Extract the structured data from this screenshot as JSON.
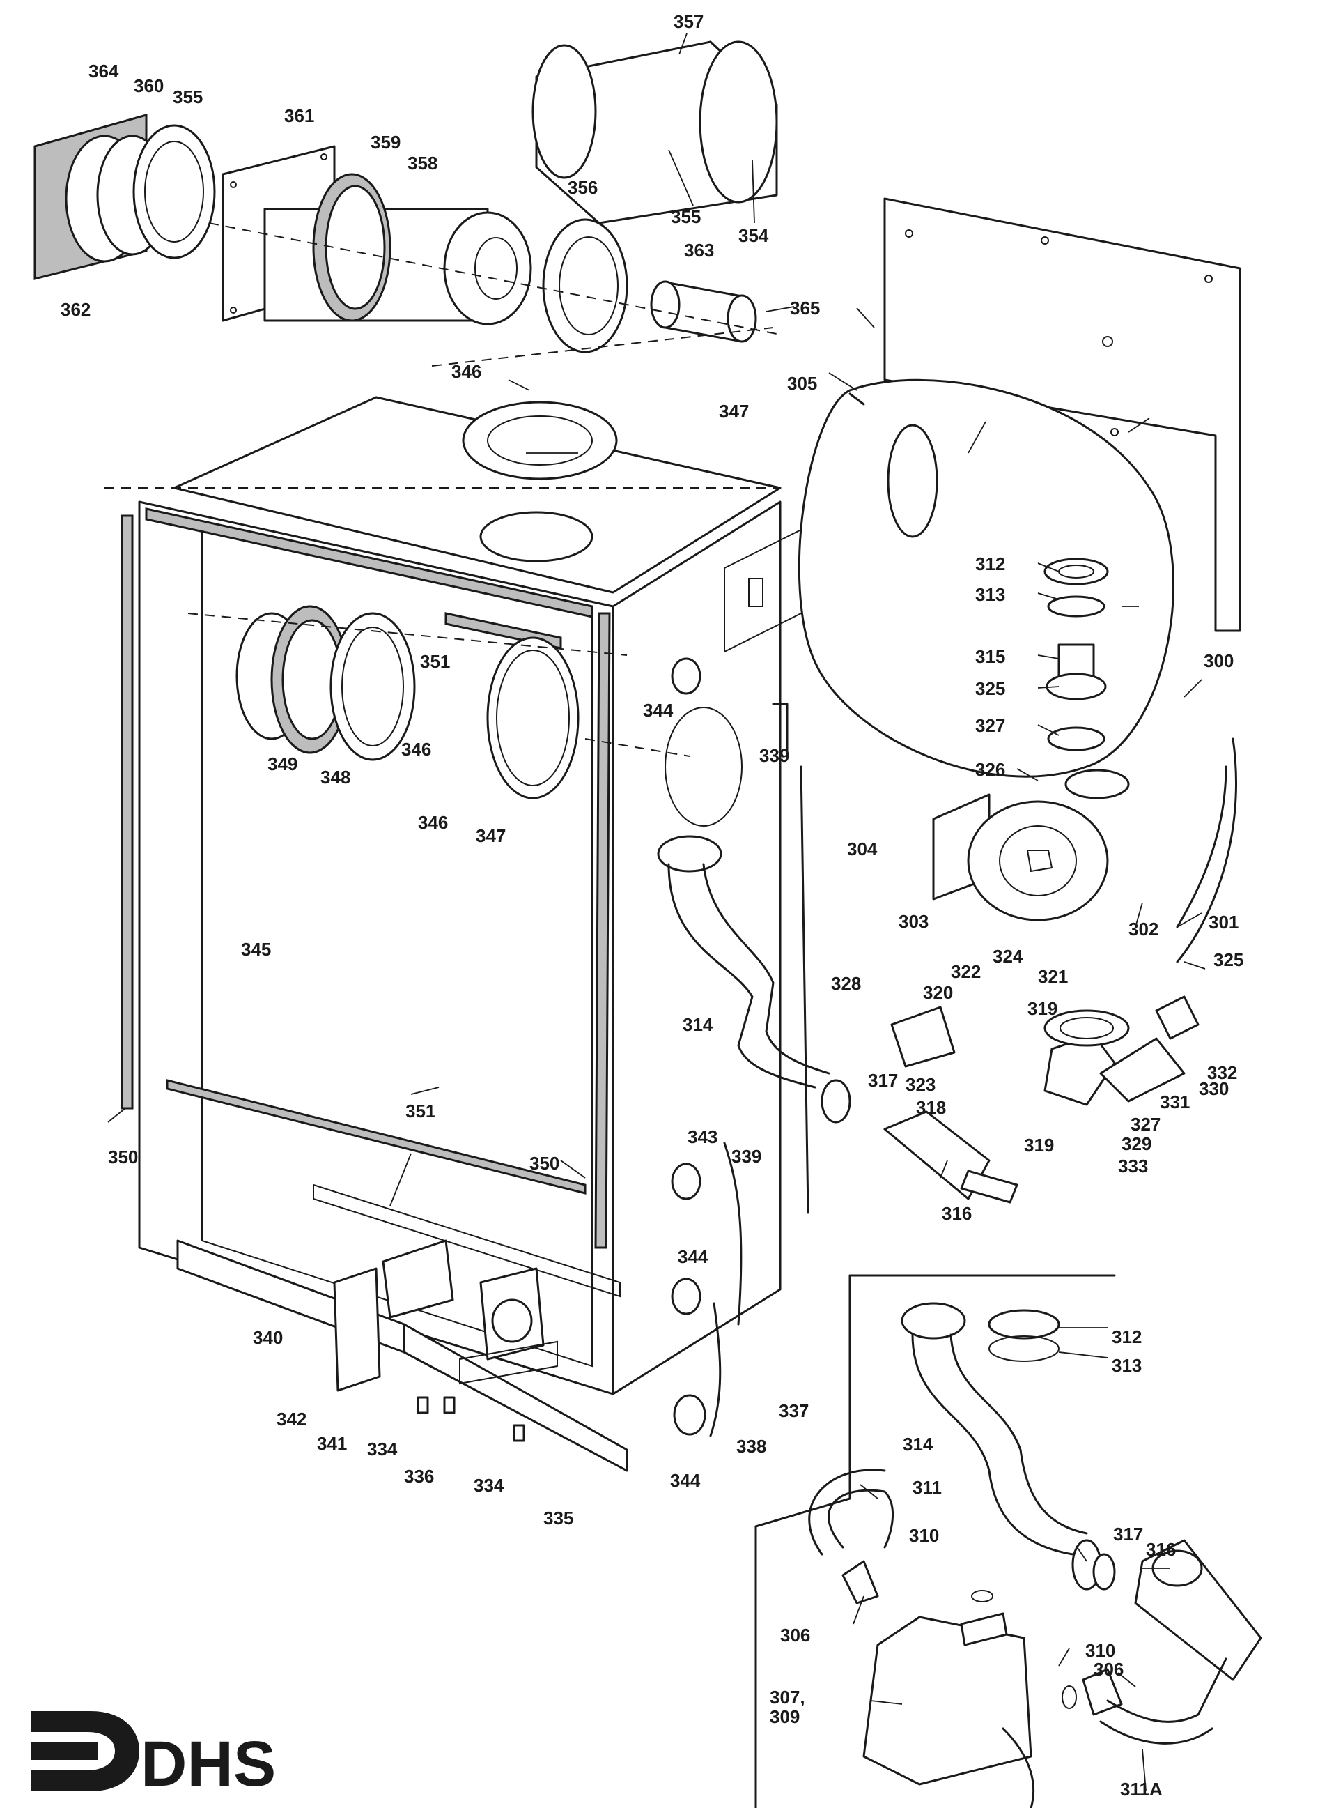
{
  "labels": [
    {
      "id": "357",
      "text": "357"
    },
    {
      "id": "364",
      "text": "364"
    },
    {
      "id": "360",
      "text": "360"
    },
    {
      "id": "355a",
      "text": "355"
    },
    {
      "id": "361",
      "text": "361"
    },
    {
      "id": "359",
      "text": "359"
    },
    {
      "id": "358",
      "text": "358"
    },
    {
      "id": "356",
      "text": "356"
    },
    {
      "id": "355b",
      "text": "355"
    },
    {
      "id": "354",
      "text": "354"
    },
    {
      "id": "363",
      "text": "363"
    },
    {
      "id": "362",
      "text": "362"
    },
    {
      "id": "365",
      "text": "365"
    },
    {
      "id": "346a",
      "text": "346"
    },
    {
      "id": "347a",
      "text": "347"
    },
    {
      "id": "305",
      "text": "305"
    },
    {
      "id": "312a",
      "text": "312"
    },
    {
      "id": "313a",
      "text": "313"
    },
    {
      "id": "315",
      "text": "315"
    },
    {
      "id": "300",
      "text": "300"
    },
    {
      "id": "325a",
      "text": "325"
    },
    {
      "id": "327a",
      "text": "327"
    },
    {
      "id": "326",
      "text": "326"
    },
    {
      "id": "351a",
      "text": "351"
    },
    {
      "id": "344a",
      "text": "344"
    },
    {
      "id": "339a",
      "text": "339"
    },
    {
      "id": "346b",
      "text": "346"
    },
    {
      "id": "349",
      "text": "349"
    },
    {
      "id": "348",
      "text": "348"
    },
    {
      "id": "346c",
      "text": "346"
    },
    {
      "id": "347b",
      "text": "347"
    },
    {
      "id": "304",
      "text": "304"
    },
    {
      "id": "303",
      "text": "303"
    },
    {
      "id": "301",
      "text": "301"
    },
    {
      "id": "302",
      "text": "302"
    },
    {
      "id": "325b",
      "text": "325"
    },
    {
      "id": "345",
      "text": "345"
    },
    {
      "id": "324",
      "text": "324"
    },
    {
      "id": "322",
      "text": "322"
    },
    {
      "id": "328",
      "text": "328"
    },
    {
      "id": "320",
      "text": "320"
    },
    {
      "id": "321",
      "text": "321"
    },
    {
      "id": "319a",
      "text": "319"
    },
    {
      "id": "314a",
      "text": "314"
    },
    {
      "id": "323",
      "text": "323"
    },
    {
      "id": "332",
      "text": "332"
    },
    {
      "id": "331",
      "text": "331"
    },
    {
      "id": "330",
      "text": "330"
    },
    {
      "id": "317a",
      "text": "317"
    },
    {
      "id": "327b",
      "text": "327"
    },
    {
      "id": "318",
      "text": "318"
    },
    {
      "id": "329",
      "text": "329"
    },
    {
      "id": "319b",
      "text": "319"
    },
    {
      "id": "333",
      "text": "333"
    },
    {
      "id": "351b",
      "text": "351"
    },
    {
      "id": "350a",
      "text": "350"
    },
    {
      "id": "316a",
      "text": "316"
    },
    {
      "id": "343",
      "text": "343"
    },
    {
      "id": "339b",
      "text": "339"
    },
    {
      "id": "350b",
      "text": "350"
    },
    {
      "id": "344b",
      "text": "344"
    },
    {
      "id": "312b",
      "text": "312"
    },
    {
      "id": "313b",
      "text": "313"
    },
    {
      "id": "340",
      "text": "340"
    },
    {
      "id": "337",
      "text": "337"
    },
    {
      "id": "342",
      "text": "342"
    },
    {
      "id": "341",
      "text": "341"
    },
    {
      "id": "334a",
      "text": "334"
    },
    {
      "id": "338",
      "text": "338"
    },
    {
      "id": "314b",
      "text": "314"
    },
    {
      "id": "336",
      "text": "336"
    },
    {
      "id": "334b",
      "text": "334"
    },
    {
      "id": "344c",
      "text": "344"
    },
    {
      "id": "335",
      "text": "335"
    },
    {
      "id": "311",
      "text": "311"
    },
    {
      "id": "310a",
      "text": "310"
    },
    {
      "id": "317b",
      "text": "317"
    },
    {
      "id": "316b",
      "text": "316"
    },
    {
      "id": "306a",
      "text": "306"
    },
    {
      "id": "310b",
      "text": "310"
    },
    {
      "id": "306b",
      "text": "306"
    },
    {
      "id": "307",
      "text": "307,"
    },
    {
      "id": "309",
      "text": "309"
    },
    {
      "id": "311A",
      "text": "311A"
    }
  ],
  "logo": {
    "text": "DHS"
  }
}
